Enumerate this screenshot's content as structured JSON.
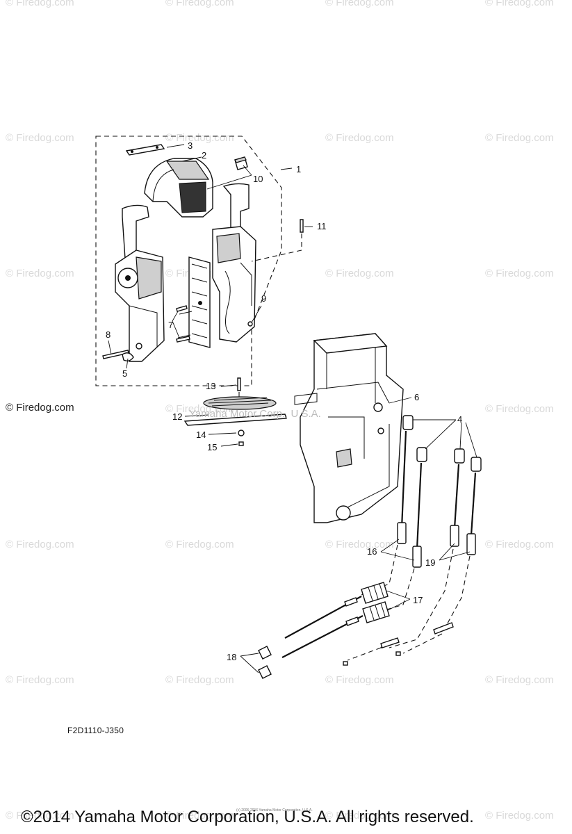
{
  "watermark_text": "© Firedog.com",
  "site_credit": "© Firedog.com",
  "overlay_watermark": "Yamaha Motor Corp., U.S.A.",
  "drawing_code": "F2D1110-J350",
  "copyright": "©2014 Yamaha Motor Corporation, U.S.A. All rights reserved.",
  "tiny_copyright": "(c) 2006-2016 Yamaha Motor Corporation, U.S.A.",
  "callouts": {
    "c1": "1",
    "c2": "2",
    "c3": "3",
    "c4": "4",
    "c5": "5",
    "c6": "6",
    "c7": "7",
    "c8": "8",
    "c9": "9",
    "c10": "10",
    "c11": "11",
    "c12": "12",
    "c13": "13",
    "c14": "14",
    "c15": "15",
    "c16": "16",
    "c17": "17",
    "c18": "18",
    "c19": "19"
  }
}
